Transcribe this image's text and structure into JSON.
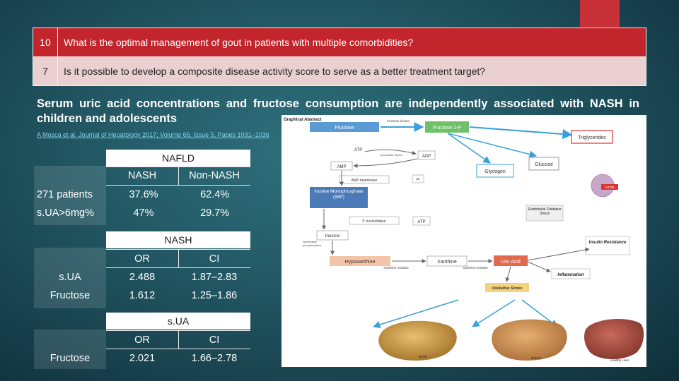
{
  "questions": [
    {
      "num": "10",
      "text": "What is the optimal management of gout in patients with multiple comorbidities?"
    },
    {
      "num": "7",
      "text": "Is it possible to develop a composite disease activity score to serve as a better treatment target?"
    }
  ],
  "headline": "Serum uric acid concentrations and fructose consumption are independently associated with NASH in children and adolescents",
  "citation": "A Mosca et al. Journal of Hepatology 2017; Volume 66, Issue 5, Pages 1031–1036",
  "tables": {
    "nafld": {
      "title": "NAFLD",
      "col1": "NASH",
      "col2": "Non-NASH",
      "rows": [
        {
          "label": "271 patients",
          "a": "37.6%",
          "b": "62.4%"
        },
        {
          "label": "s.UA>6mg%",
          "a": "47%",
          "b": "29.7%"
        }
      ]
    },
    "nash": {
      "title": "NASH",
      "col1": "OR",
      "col2": "CI",
      "rows": [
        {
          "label": "s.UA",
          "a": "2.488",
          "b": "1.87–2.83"
        },
        {
          "label": "Fructose",
          "a": "1.612",
          "b": "1.25–1.86"
        }
      ]
    },
    "sua": {
      "title": "s.UA",
      "col1": "OR",
      "col2": "CI",
      "rows": [
        {
          "label": "Fructose",
          "a": "2.021",
          "b": "1.66–2.78"
        }
      ]
    }
  },
  "graphic": {
    "header": "Graphical Abstract",
    "fructose_kinase": "Fructose kinase",
    "fructose": "Fructose",
    "fructose_1p": "Fructose 1-P",
    "triglycerides": "Triglycerides",
    "atp": "ATP",
    "adp": "ADP",
    "phosphate_deplet": "phosphate deplet.",
    "amp": "AMP",
    "glycogen": "Glycogen",
    "glucose": "Glucose",
    "amp_deaminase": "AMP deaminase",
    "pi": "Pi",
    "imp": "Inosine Monophosphate (IMP)",
    "endothelial": "Endothelial Oxidative Stress",
    "nucleotidase": "5' nucleotidase",
    "atp2": "ATP",
    "mtor": "mTOR",
    "inosine": "Inosine",
    "nucleoside": "Nucleoside phosphorylase",
    "insulin": "Insulin Resistance",
    "hypoxanthine": "Hypoxanthine",
    "xanthine": "Xanthine",
    "uric_acid": "Uric Acid",
    "xo1": "Xanthine Oxidase",
    "xo2": "Xanthine Oxidase",
    "inflammation": "Inflammation",
    "oxidative": "Oxidative Stress",
    "nash_label": "NASH",
    "nafld_label": "NAFLD",
    "healthy_label": "Healthy Liver"
  }
}
